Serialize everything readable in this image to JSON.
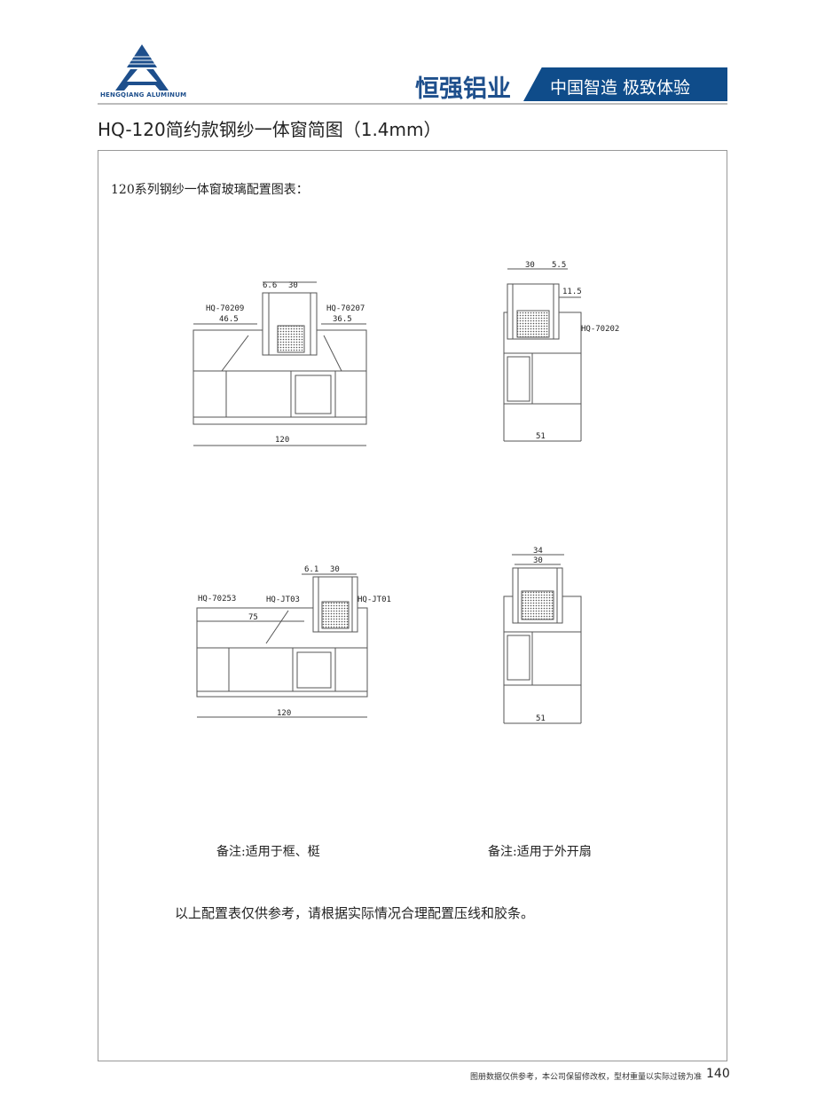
{
  "header": {
    "logo_text": "HENGQIANG ALUMINUM",
    "brand": "恒强铝业",
    "slogan": "中国智造 极致体验",
    "brand_color": "#0f4c8a"
  },
  "title": "HQ-120简约款钢纱一体窗简图（1.4mm）",
  "content": {
    "subtitle": "120系列钢纱一体窗玻璃配置图表：",
    "drawings": [
      {
        "labels": {
          "d1": "6.6",
          "d2": "30",
          "p1": "HQ-70209",
          "p2": "HQ-70207",
          "w1": "46.5",
          "w2": "36.5",
          "total": "120"
        }
      },
      {
        "labels": {
          "d1": "30",
          "d2": "5.5",
          "d3": "11.5",
          "p1": "HQ-70202",
          "total": "51"
        }
      },
      {
        "labels": {
          "d1": "6.1",
          "d2": "30",
          "p1": "HQ-70253",
          "p2": "HQ-JT03",
          "p3": "HQ-JT01",
          "w1": "75",
          "total": "120"
        }
      },
      {
        "labels": {
          "d1": "34",
          "d2": "30",
          "total": "51"
        }
      }
    ],
    "note_left": "备注:适用于框、梃",
    "note_right": "备注:适用于外开扇",
    "remark": "以上配置表仅供参考，请根据实际情况合理配置压线和胶条。"
  },
  "footer": {
    "disclaimer": "图册数据仅供参考，本公司保留修改权，型材重量以实际过磅为准",
    "page_number": "140"
  }
}
